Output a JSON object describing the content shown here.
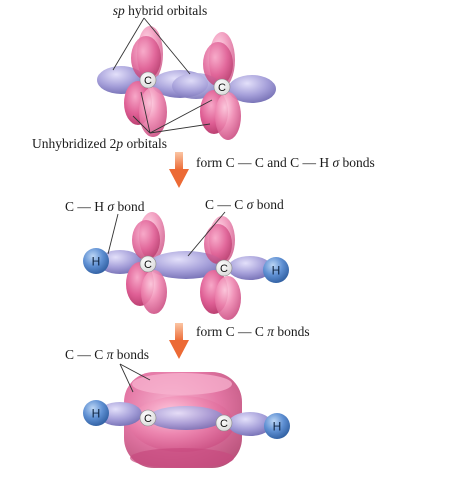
{
  "labels": {
    "sp_hybrid": [
      "sp",
      " hybrid orbitals"
    ],
    "unhybridized": [
      "Unhybridized 2",
      "p",
      " orbitals"
    ],
    "step1": [
      "form C — C and C — H ",
      "σ",
      " bonds"
    ],
    "ch_sigma": [
      "C — H ",
      "σ",
      " bond"
    ],
    "cc_sigma": [
      "C — C ",
      "σ",
      " bond"
    ],
    "step2": [
      "form C — C ",
      "π",
      " bonds"
    ],
    "cc_pi": [
      "C — C ",
      "π",
      " bonds"
    ]
  },
  "atoms": {
    "carbon": "C",
    "hydrogen": "H"
  },
  "colors": {
    "pink_orbital": "#e36a9b",
    "purple_orbital": "#8f88c9",
    "hydrogen": "#4f7fc4",
    "arrow": "#ef7745",
    "pointer": "#333333"
  }
}
